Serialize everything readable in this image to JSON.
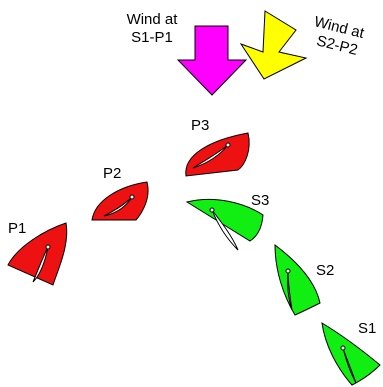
{
  "wind_arrows": [
    {
      "label_line1": "Wind at",
      "label_line2": "S1-P1",
      "color": "#ff00ff"
    },
    {
      "label_line1": "Wind at",
      "label_line2": "S2-P2",
      "color": "#ffff00"
    }
  ],
  "boats": {
    "port": [
      {
        "label": "P1",
        "color": "#ee1111"
      },
      {
        "label": "P2",
        "color": "#ee1111"
      },
      {
        "label": "P3",
        "color": "#ee1111"
      }
    ],
    "starboard": [
      {
        "label": "S1",
        "color": "#11ee11"
      },
      {
        "label": "S2",
        "color": "#11ee11"
      },
      {
        "label": "S3",
        "color": "#11ee11"
      }
    ]
  }
}
